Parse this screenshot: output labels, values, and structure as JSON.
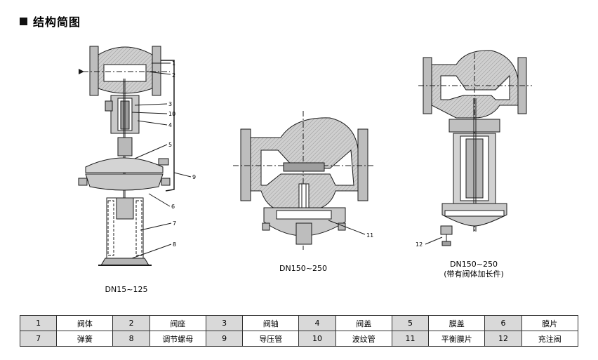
{
  "section_title": "结构简图",
  "figures": [
    {
      "caption": "DN15~125"
    },
    {
      "caption": "DN150~250"
    },
    {
      "caption_line1": "DN150~250",
      "caption_line2": "(带有阀体加长件)"
    }
  ],
  "callout_numbers": [
    "1",
    "2",
    "3",
    "10",
    "4",
    "5",
    "9",
    "6",
    "7",
    "8",
    "11",
    "12"
  ],
  "parts_table": [
    [
      {
        "no": "1",
        "name": "阀体"
      },
      {
        "no": "2",
        "name": "阀座"
      },
      {
        "no": "3",
        "name": "阀轴"
      },
      {
        "no": "4",
        "name": "阀盖"
      },
      {
        "no": "5",
        "name": "膜盖"
      },
      {
        "no": "6",
        "name": "膜片"
      }
    ],
    [
      {
        "no": "7",
        "name": "弹簧"
      },
      {
        "no": "8",
        "name": "调节螺母"
      },
      {
        "no": "9",
        "name": "导压管"
      },
      {
        "no": "10",
        "name": "波纹管"
      },
      {
        "no": "11",
        "name": "平衡膜片"
      },
      {
        "no": "12",
        "name": "充注阀"
      }
    ]
  ],
  "colors": {
    "body_gray": "#c8c8c8",
    "line": "#1a1a1a",
    "table_number_bg": "#d9d9d9"
  }
}
